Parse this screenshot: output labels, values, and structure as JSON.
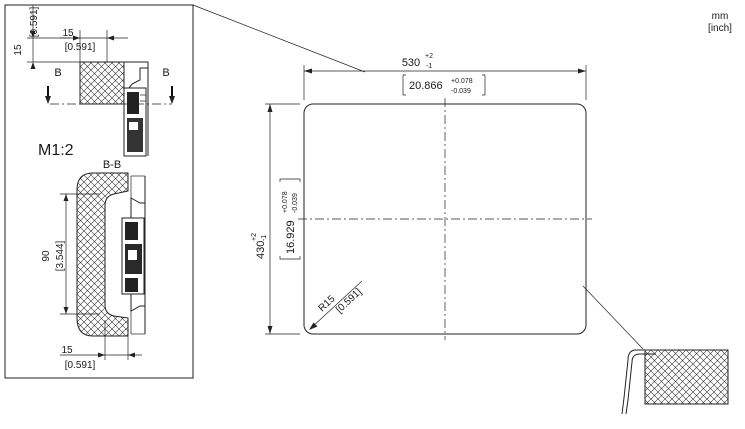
{
  "units": {
    "primary": "mm",
    "secondary": "[inch]"
  },
  "scale_label": "M1:2",
  "section_label": "B-B",
  "cut_marker": "B",
  "detail": {
    "top_height": "15",
    "top_height_in": "[0.591]",
    "top_width": "15",
    "top_width_in": "[0.591]",
    "section_height": "90",
    "section_height_in": "[3.544]",
    "bottom_width": "15",
    "bottom_width_in": "[0.591]"
  },
  "cutout": {
    "width_nominal": "530",
    "width_tol_upper": "+2",
    "width_tol_lower": "-1",
    "width_in": "20.866",
    "width_in_tol_upper": "+0.078",
    "width_in_tol_lower": "-0.039",
    "height_nominal": "430",
    "height_tol_upper": "+2",
    "height_tol_lower": "-1",
    "height_in": "16.929",
    "height_in_tol_upper": "+0.078",
    "height_in_tol_lower": "-0.039",
    "radius": "R15",
    "radius_in": "[0.591]"
  }
}
